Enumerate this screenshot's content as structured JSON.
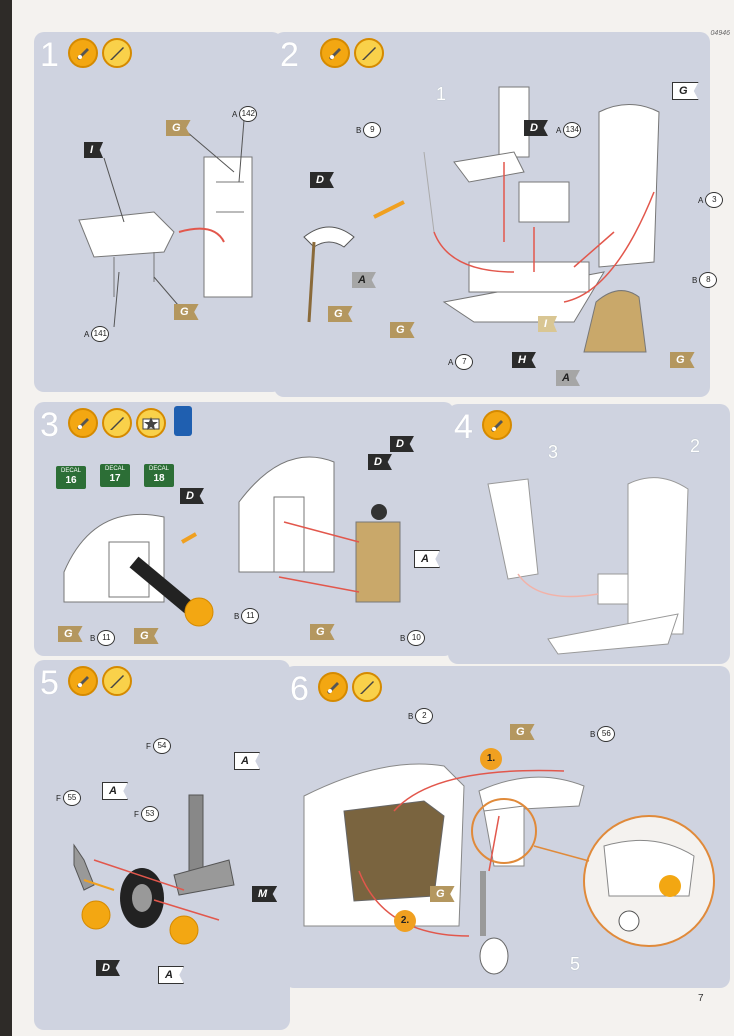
{
  "page": {
    "code": "04946",
    "number": "7"
  },
  "steps": [
    {
      "number": "1",
      "parts": [
        {
          "id": "A142",
          "label": "A",
          "num": "142"
        },
        {
          "id": "A141",
          "label": "A",
          "num": "141"
        }
      ],
      "colors": [
        "I",
        "G",
        "G"
      ]
    },
    {
      "number": "2",
      "sub_labels": [
        "1"
      ],
      "parts": [
        {
          "label": "B",
          "num": "9"
        },
        {
          "label": "A",
          "num": "134"
        },
        {
          "label": "A",
          "num": "3"
        },
        {
          "label": "B",
          "num": "8"
        },
        {
          "label": "A",
          "num": "7"
        }
      ],
      "colors": [
        "G",
        "D",
        "D",
        "A",
        "G",
        "G",
        "I",
        "H",
        "A",
        "G"
      ]
    },
    {
      "number": "3",
      "decals": [
        {
          "title": "DECAL",
          "num": "16"
        },
        {
          "title": "DECAL",
          "num": "17"
        },
        {
          "title": "DECAL",
          "num": "18"
        }
      ],
      "parts": [
        {
          "label": "B",
          "num": "11"
        },
        {
          "label": "B",
          "num": "11"
        },
        {
          "label": "B",
          "num": "10"
        }
      ],
      "colors": [
        "D",
        "D",
        "D",
        "A",
        "G",
        "G",
        "G"
      ]
    },
    {
      "number": "4",
      "sub_labels": [
        "3",
        "2"
      ]
    },
    {
      "number": "5",
      "parts": [
        {
          "label": "F",
          "num": "54"
        },
        {
          "label": "F",
          "num": "55"
        },
        {
          "label": "F",
          "num": "53"
        }
      ],
      "colors": [
        "A",
        "A",
        "M",
        "D",
        "A"
      ]
    },
    {
      "number": "6",
      "parts": [
        {
          "label": "B",
          "num": "2"
        },
        {
          "label": "B",
          "num": "56"
        }
      ],
      "callouts": [
        "1.",
        "2."
      ],
      "colors": [
        "G",
        "G"
      ],
      "sub_labels": [
        "5"
      ]
    }
  ],
  "colors": {
    "panel": "#cfd3e0",
    "badge": "#f3a712",
    "arrow": "#e2574c",
    "paper": "#f4f2ef"
  }
}
